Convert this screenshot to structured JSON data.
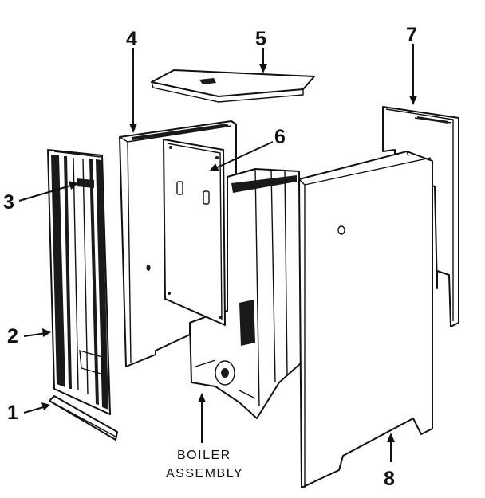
{
  "diagram": {
    "labels": {
      "part_1": "1",
      "part_2": "2",
      "part_3": "3",
      "part_4": "4",
      "part_5": "5",
      "part_6": "6",
      "part_7": "7",
      "part_8": "8",
      "boiler_line1": "BOILER",
      "boiler_line2": "ASSEMBLY"
    }
  }
}
